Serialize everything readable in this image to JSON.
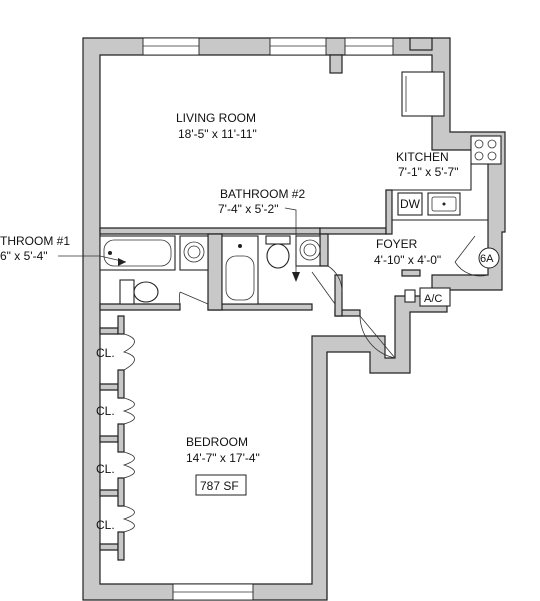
{
  "rooms": {
    "living_room": {
      "name": "LIVING ROOM",
      "dims": "18'-5\" x 11'-11\""
    },
    "kitchen": {
      "name": "KITCHEN",
      "dims": "7'-1\" x 5'-7\""
    },
    "bathroom2": {
      "name": "BATHROOM #2",
      "dims": "7'-4\" x 5'-2\""
    },
    "bathroom1": {
      "name": "THROOM #1",
      "dims": "6\" x 5'-4\""
    },
    "foyer": {
      "name": "FOYER",
      "dims": "4'-10\" x 4'-0\""
    },
    "bedroom": {
      "name": "BEDROOM",
      "dims": "14'-7\" x 17'-4\""
    }
  },
  "fixtures": {
    "dishwasher": "DW",
    "ac": "A/C",
    "closets": [
      "CL.",
      "CL.",
      "CL.",
      "CL."
    ]
  },
  "unit_id": "6A",
  "area": "787 SF"
}
